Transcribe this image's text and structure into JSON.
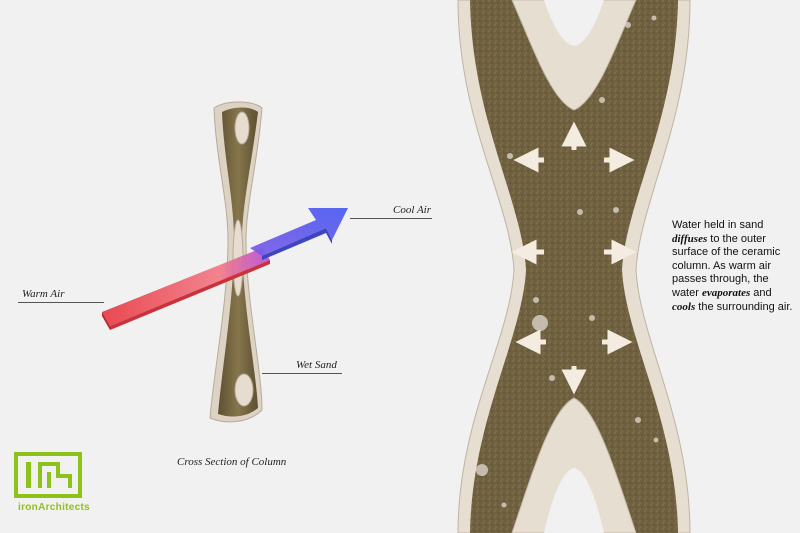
{
  "labels": {
    "cool_air": "Cool Air",
    "warm_air": "Warm Air",
    "wet_sand": "Wet Sand",
    "caption": "Cross Section of Column"
  },
  "description": {
    "p1": "Water held in sand ",
    "b1": "diffuses",
    "p2": " to the outer surface of the ceramic column. As warm air passes through, the water ",
    "b2": "evaporates",
    "p3": " and ",
    "b3": "cools",
    "p4": " the surrounding air."
  },
  "logo": {
    "name": "ironArchitects",
    "color": "#8cc21a"
  },
  "colors": {
    "sand": "#7a6a45",
    "ceramic": "#e6ddd0",
    "warm": "#e8474f",
    "cool": "#5b63e6"
  }
}
